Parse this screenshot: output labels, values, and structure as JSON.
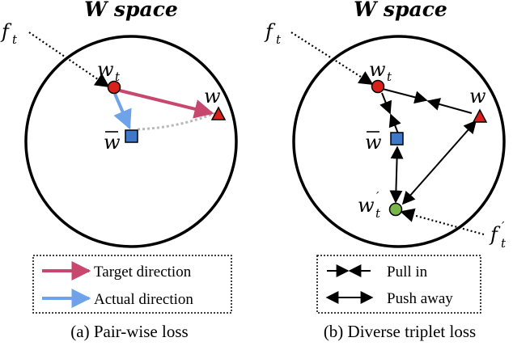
{
  "panel_a": {
    "title": "W space",
    "labels": {
      "f_t": "f",
      "f_t_sub": "t",
      "w_t": "w",
      "w_t_sub": "t",
      "w": "w",
      "w_bar": "w"
    },
    "legend": {
      "target": "Target direction",
      "actual": "Actual direction"
    },
    "caption": "(a) Pair-wise loss"
  },
  "panel_b": {
    "title": "W space",
    "labels": {
      "f_t": "f",
      "f_t_sub": "t",
      "w_t": "w",
      "w_t_sub": "t",
      "w": "w",
      "w_bar": "w",
      "w_t_prime": "w",
      "w_t_prime_sub": "t",
      "w_t_prime_mark": "′",
      "f_t_prime": "f",
      "f_t_prime_sub": "t",
      "f_t_prime_mark": "′"
    },
    "legend": {
      "pull": "Pull in",
      "push": "Push away"
    },
    "caption": "(b) Diverse triplet loss"
  },
  "colors": {
    "target_arrow": "#c8476e",
    "actual_arrow": "#6ea3ea",
    "red_marker": "#d9211b",
    "blue_marker": "#3f78c8",
    "green_marker": "#7ab648",
    "dotted_gray": "#b8b8b8"
  }
}
